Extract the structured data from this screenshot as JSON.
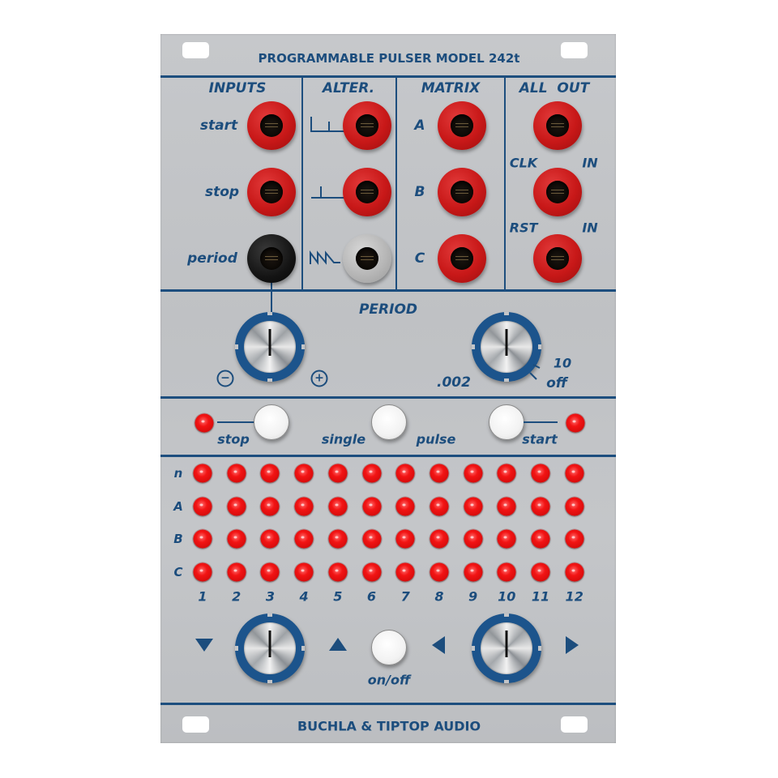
{
  "panel": {
    "title": "PROGRAMMABLE PULSER MODEL 242t",
    "footer": "BUCHLA & TIPTOP AUDIO",
    "colors": {
      "panel": "#c3c5c8",
      "print": "#1c4d7d",
      "jack_red": "#c81818",
      "led_red": "#f21414",
      "knob_ring": "#1c548c"
    }
  },
  "sections": {
    "inputs": {
      "header": "INPUTS",
      "labels": [
        "start",
        "stop",
        "period"
      ]
    },
    "alter": {
      "header": "ALTER.",
      "symbols": [
        "double-step-wave-icon",
        "single-step-wave-icon",
        "sawtooth-wave-icon"
      ]
    },
    "matrix": {
      "header": "MATRIX",
      "labels": [
        "A",
        "B",
        "C"
      ]
    },
    "all_out": {
      "header": "ALL  OUT",
      "clk_label": "CLK",
      "clk_in": "IN",
      "rst_label": "RST",
      "rst_in": "IN"
    }
  },
  "period": {
    "header": "PERIOD",
    "minus": "−",
    "plus": "+",
    "range_min": ".002",
    "range_max": "10",
    "range_off": "off"
  },
  "controls": {
    "stop_label": "stop",
    "single_label": "single",
    "pulse_label": "pulse",
    "start_label": "start"
  },
  "matrix_leds": {
    "row_labels": [
      "n",
      "A",
      "B",
      "C"
    ],
    "column_labels": [
      "1",
      "2",
      "3",
      "4",
      "5",
      "6",
      "7",
      "8",
      "9",
      "10",
      "11",
      "12"
    ]
  },
  "bottom": {
    "onoff_label": "on/off"
  }
}
